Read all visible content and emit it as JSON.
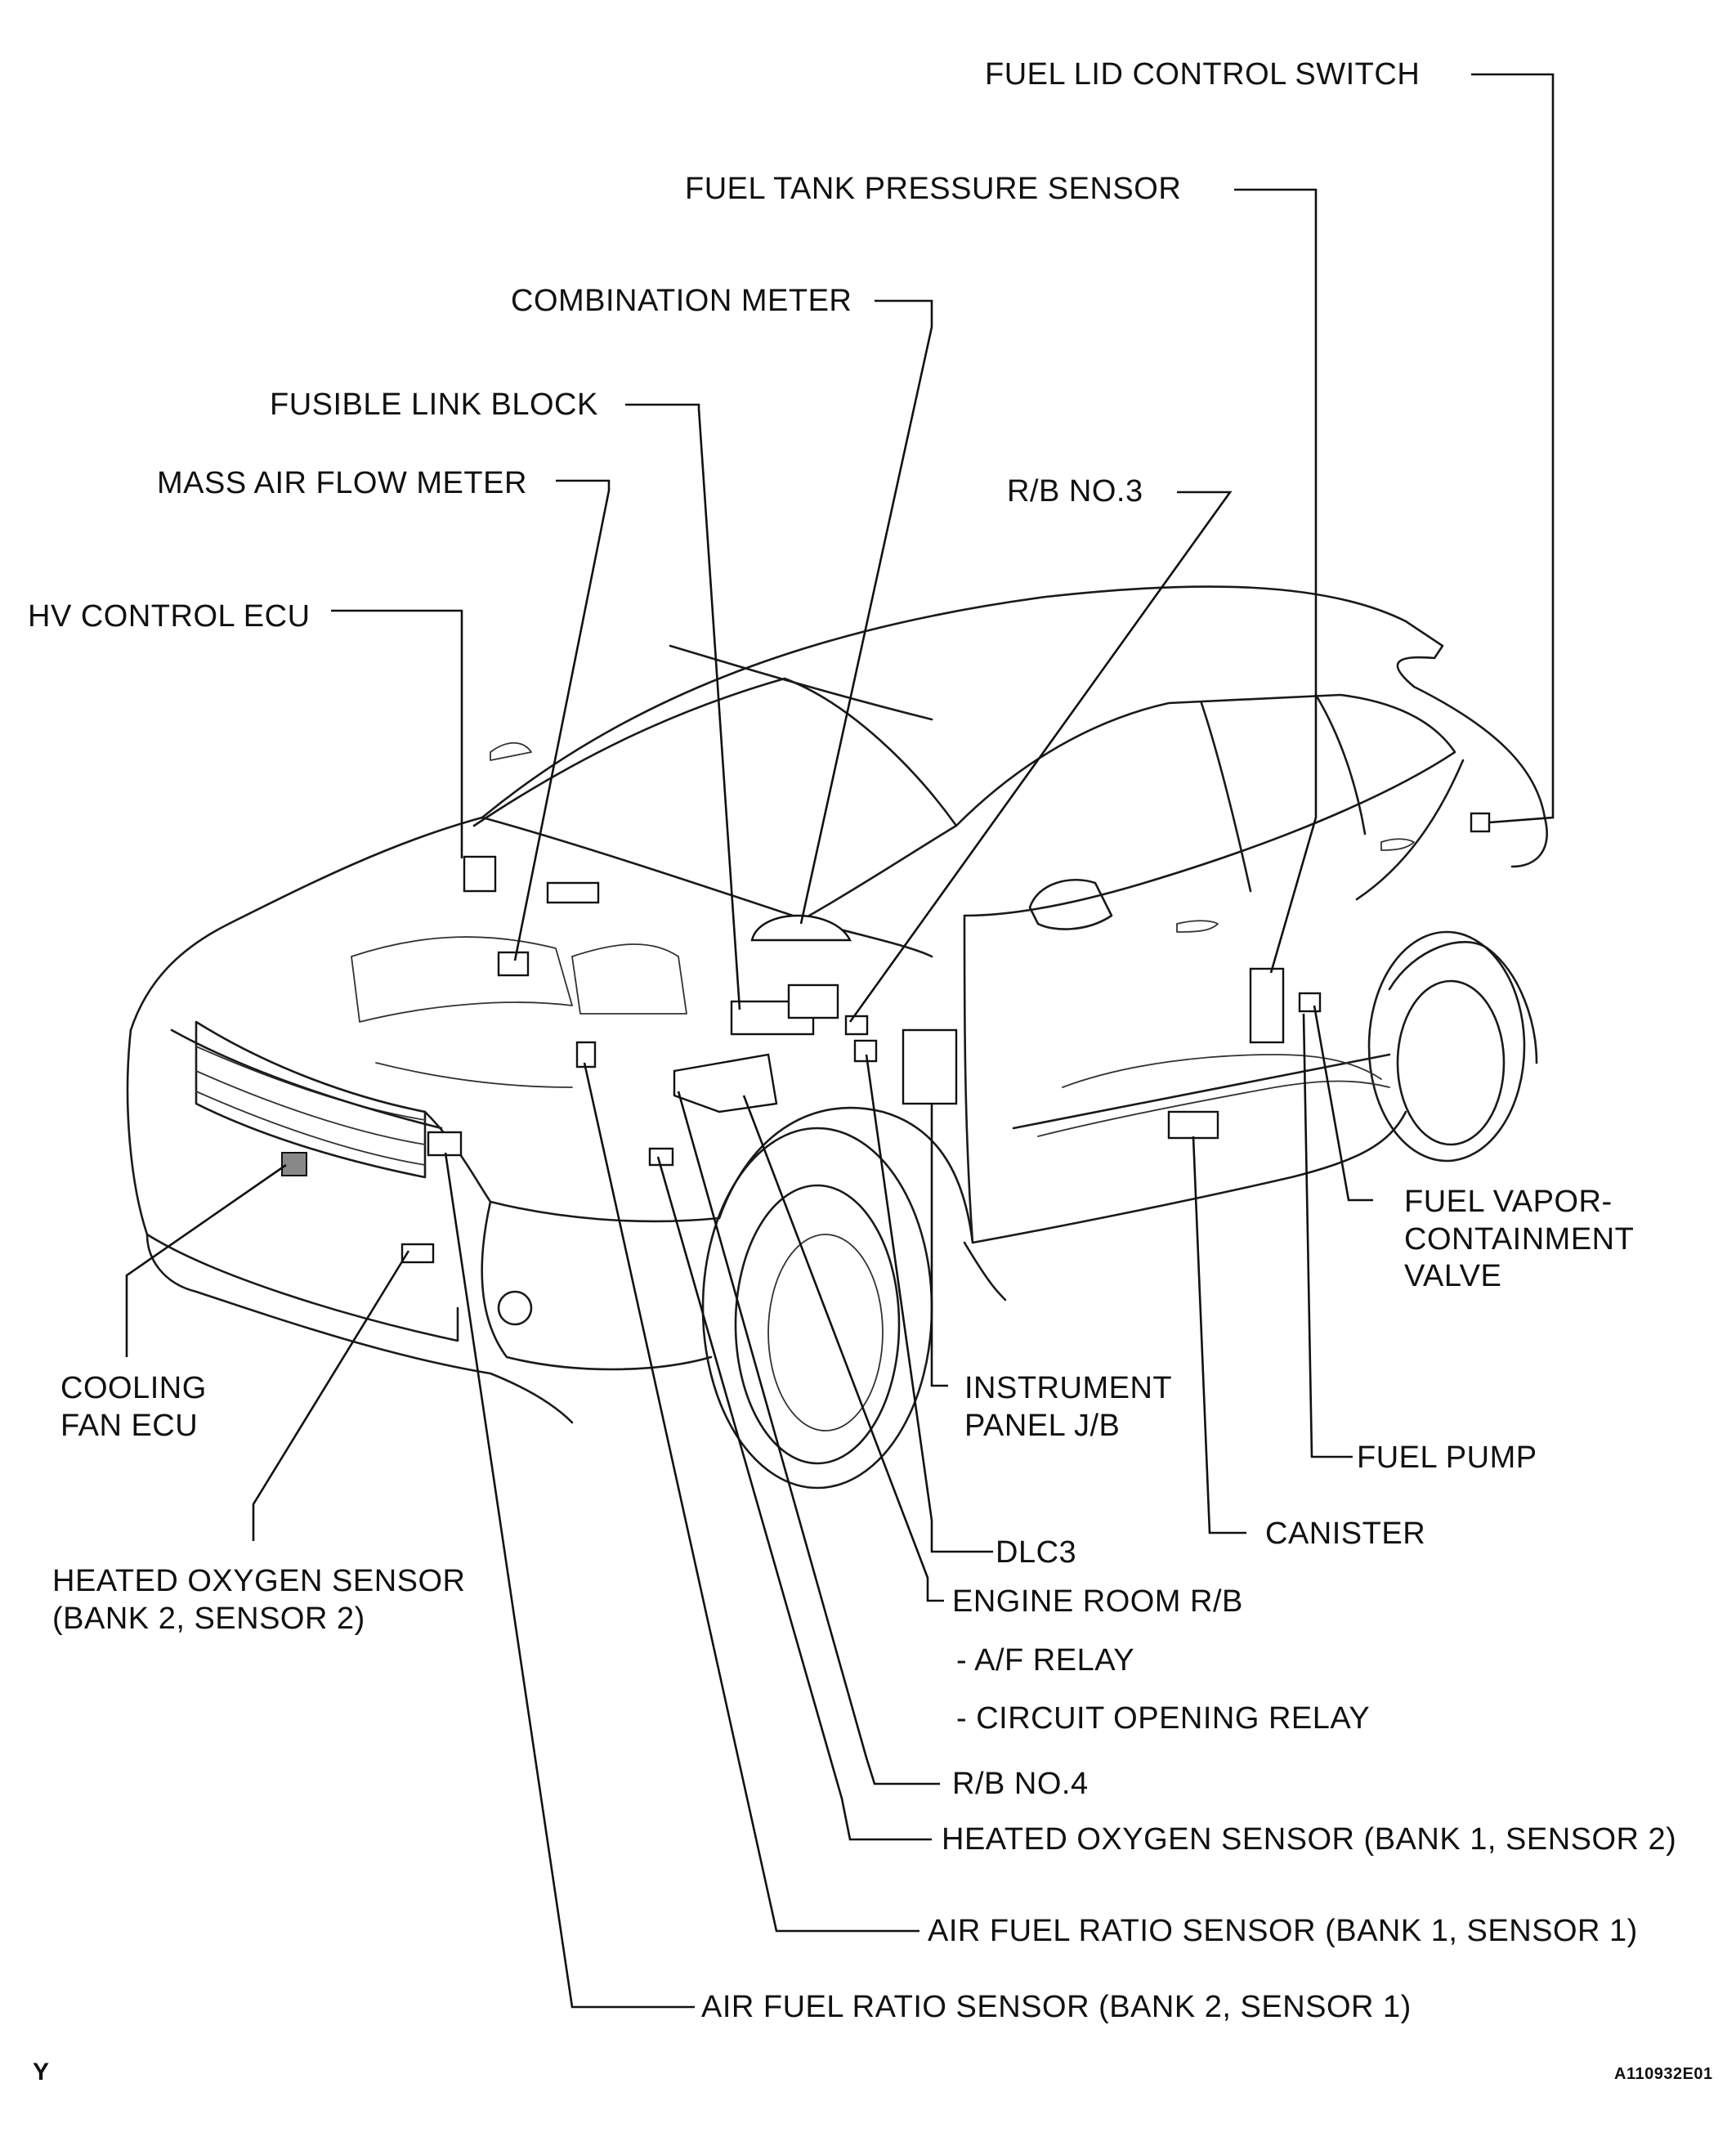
{
  "labels": {
    "fuel_lid_control_switch": "FUEL LID CONTROL SWITCH",
    "fuel_tank_pressure_sensor": "FUEL TANK PRESSURE SENSOR",
    "combination_meter": "COMBINATION METER",
    "fusible_link_block": "FUSIBLE LINK BLOCK",
    "mass_air_flow_meter": "MASS AIR FLOW METER",
    "r_b_no3": "R/B NO.3",
    "hv_control_ecu": "HV CONTROL ECU",
    "fuel_vapor_containment_valve": "FUEL VAPOR-\nCONTAINMENT\nVALVE",
    "cooling_fan_ecu": "COOLING\nFAN ECU",
    "instrument_panel_jb": "INSTRUMENT\nPANEL J/B",
    "fuel_pump": "FUEL PUMP",
    "canister": "CANISTER",
    "heated_oxygen_sensor_b2s2": "HEATED OXYGEN SENSOR\n(BANK 2, SENSOR 2)",
    "dlc3": "DLC3",
    "engine_room_rb": "ENGINE ROOM R/B",
    "af_relay": "- A/F RELAY",
    "circuit_opening_relay": "- CIRCUIT OPENING RELAY",
    "r_b_no4": "R/B NO.4",
    "heated_oxygen_sensor_b1s2": "HEATED OXYGEN SENSOR (BANK 1, SENSOR 2)",
    "air_fuel_ratio_sensor_b1s1": "AIR FUEL RATIO SENSOR (BANK 1, SENSOR 1)",
    "air_fuel_ratio_sensor_b2s1": "AIR FUEL RATIO SENSOR (BANK 2, SENSOR 1)"
  },
  "corner_mark": "Y",
  "figure_code": "A110932E01"
}
